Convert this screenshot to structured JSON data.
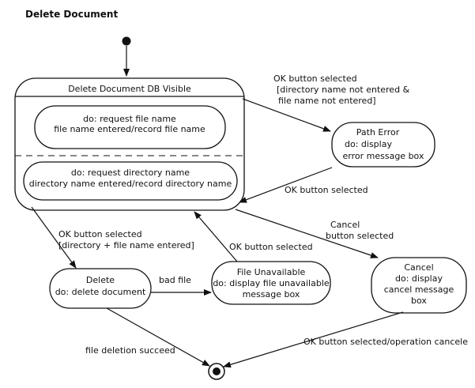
{
  "title": "Delete Document",
  "composite": {
    "name": "Delete Document DB Visible",
    "region1": [
      "do: request file name",
      "file name entered/record file name"
    ],
    "region2": [
      "do: request directory name",
      "directory name entered/record directory name"
    ]
  },
  "states": {
    "path_error": [
      "Path Error",
      "do: display",
      "error message box"
    ],
    "delete": [
      "Delete",
      "do: delete document"
    ],
    "file_unavailable": [
      "File Unavailable",
      "do: display file unavailable",
      "message box"
    ],
    "cancel": [
      "Cancel",
      "do: display",
      "cancel message",
      "box"
    ]
  },
  "transitions": {
    "to_path_error": [
      "OK button selected",
      "[directory name not entered &",
      "file name not entered]"
    ],
    "from_path_error": "OK button selected",
    "to_cancel": [
      "Cancel",
      "button selected"
    ],
    "to_delete": [
      "OK button selected",
      "[directory + file name entered]"
    ],
    "from_file_unavailable": "OK button selected",
    "bad_file": "bad file",
    "delete_success": "file deletion succeed",
    "cancel_final": "OK button selected/operation cancele"
  }
}
